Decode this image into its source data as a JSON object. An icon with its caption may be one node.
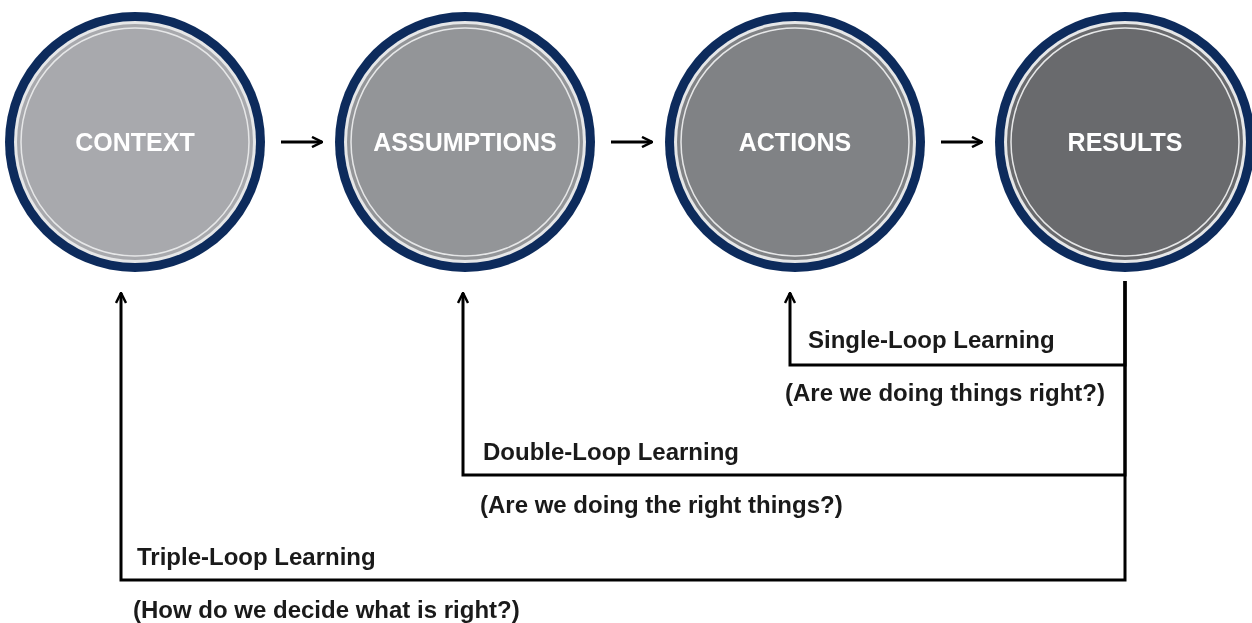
{
  "diagram": {
    "nodes": [
      {
        "text": [
          "CONTEXT"
        ]
      },
      {
        "text": [
          "ASSUMPTIONS"
        ]
      },
      {
        "text": [
          "ACTIONS"
        ]
      },
      {
        "text": [
          "RESULTS"
        ]
      }
    ],
    "edges": [
      {
        "from": 0,
        "to": 1,
        "arrow": "to"
      },
      {
        "from": 1,
        "to": 2,
        "arrow": "to"
      },
      {
        "from": 2,
        "to": 3,
        "arrow": "to"
      },
      {
        "from": 3,
        "to": 2,
        "arrow": "to",
        "label": "Single-Loop Learning"
      },
      {
        "from": 3,
        "to": 1,
        "arrow": "to",
        "label": "Double-Loop Learning"
      },
      {
        "from": 3,
        "to": 0,
        "arrow": "to",
        "label": "Triple-Loop Learning"
      }
    ],
    "labels": [
      "(Are we doing things right?)",
      "(Are we doing the right things?)",
      "(How do we decide what is right?)"
    ]
  }
}
